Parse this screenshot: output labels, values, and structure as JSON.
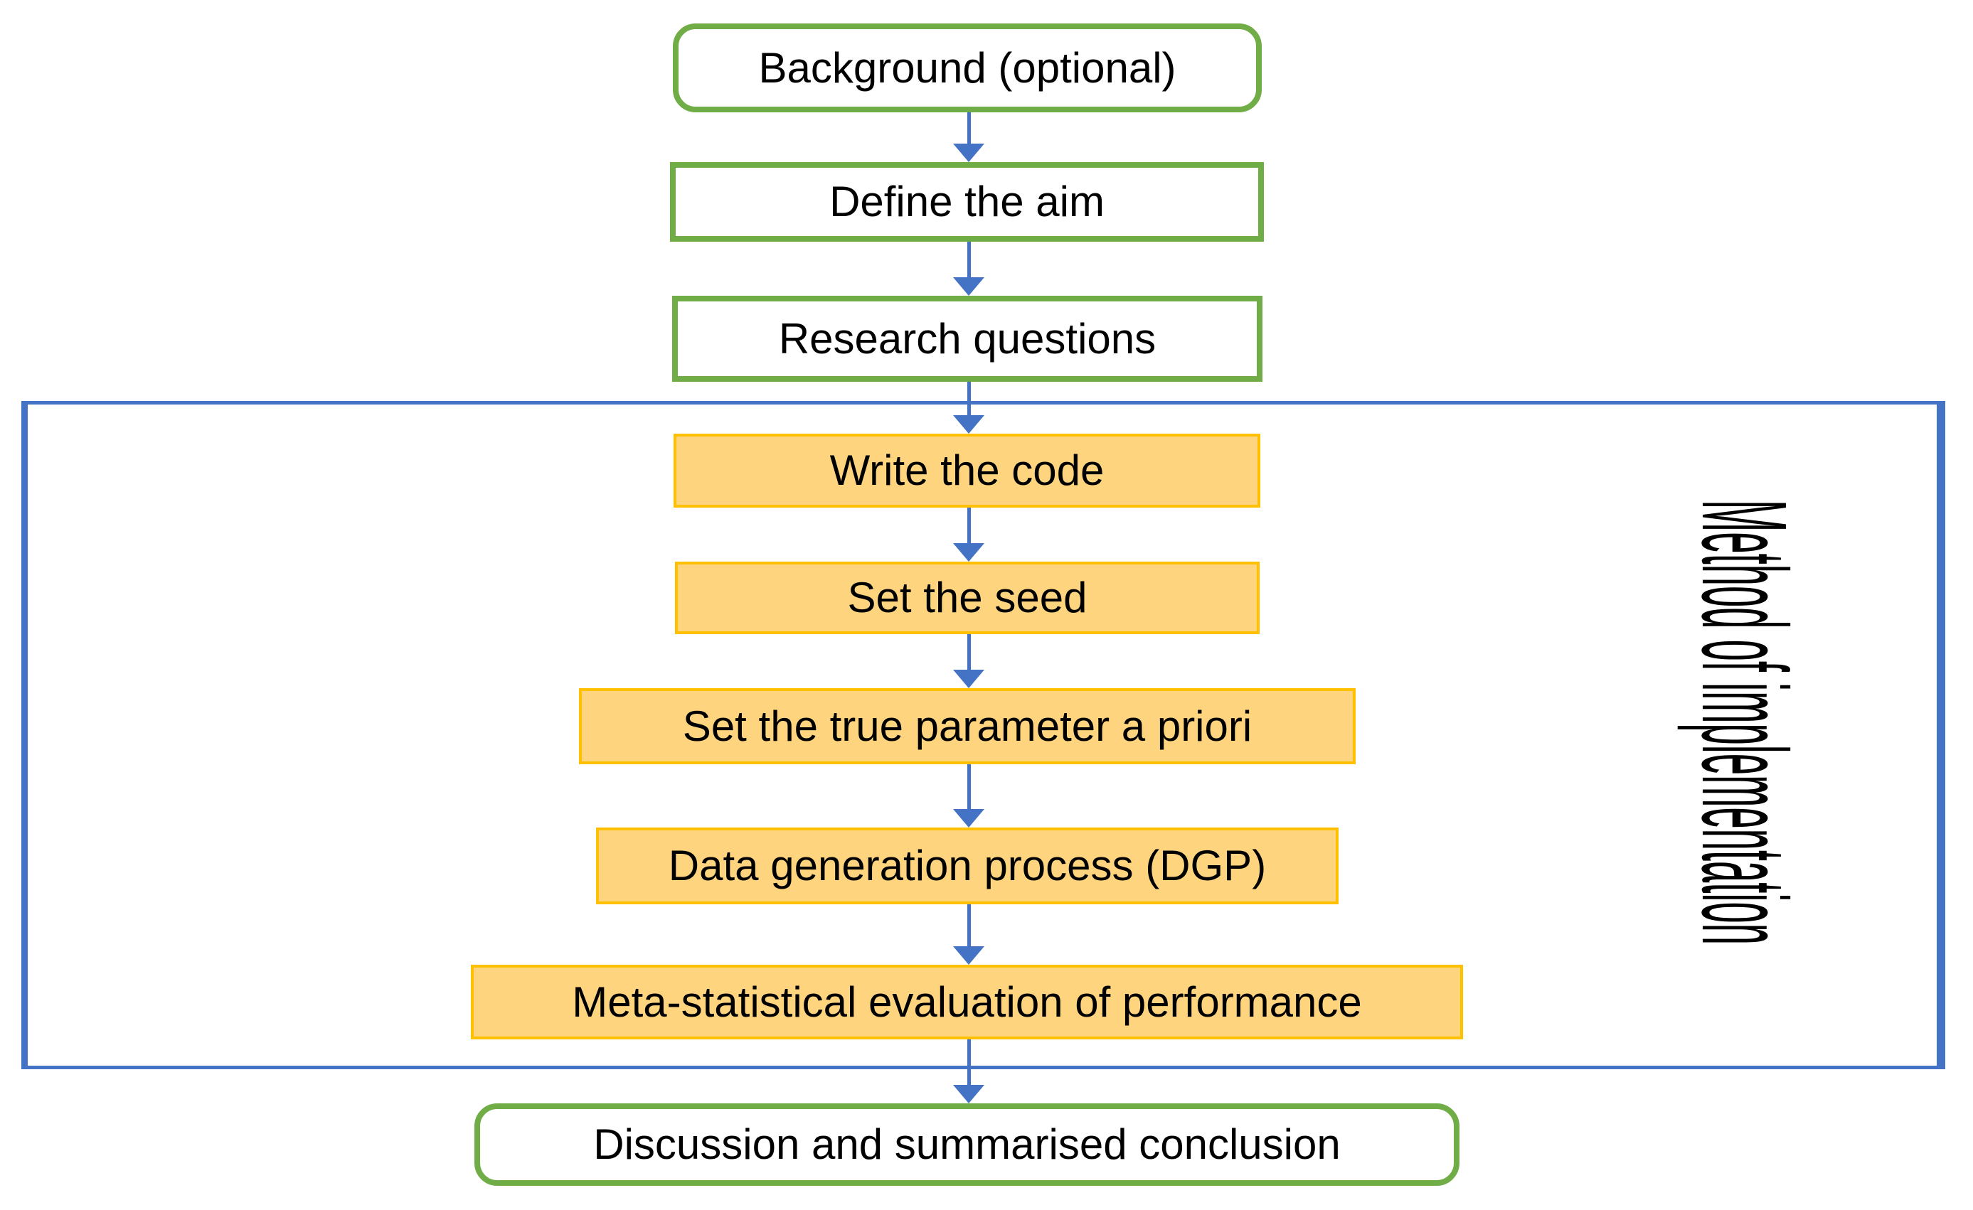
{
  "colors": {
    "green_border": "#70AD47",
    "orange_border": "#FFC000",
    "orange_fill": "#FFD47E",
    "blue_accent": "#4472C4",
    "text": "#000000",
    "background": "#FFFFFF"
  },
  "flowchart": {
    "group_label": "Method of implementation",
    "nodes": [
      {
        "id": "background",
        "label": "Background (optional)",
        "style": "green-rounded"
      },
      {
        "id": "define-aim",
        "label": "Define the aim",
        "style": "green-rect"
      },
      {
        "id": "research-questions",
        "label": "Research questions",
        "style": "green-rect"
      },
      {
        "id": "write-code",
        "label": "Write the code",
        "style": "orange-rect"
      },
      {
        "id": "set-seed",
        "label": "Set the seed",
        "style": "orange-rect"
      },
      {
        "id": "set-true-parameter",
        "label": "Set the true parameter a priori",
        "style": "orange-rect"
      },
      {
        "id": "data-generation-process",
        "label": "Data generation process (DGP)",
        "style": "orange-rect"
      },
      {
        "id": "meta-statistical-evaluation",
        "label": "Meta-statistical evaluation of performance",
        "style": "orange-rect"
      },
      {
        "id": "discussion-conclusion",
        "label": "Discussion and summarised conclusion",
        "style": "green-rounded"
      }
    ],
    "connections": [
      [
        "background",
        "define-aim"
      ],
      [
        "define-aim",
        "research-questions"
      ],
      [
        "research-questions",
        "write-code"
      ],
      [
        "write-code",
        "set-seed"
      ],
      [
        "set-seed",
        "set-true-parameter"
      ],
      [
        "set-true-parameter",
        "data-generation-process"
      ],
      [
        "data-generation-process",
        "meta-statistical-evaluation"
      ],
      [
        "meta-statistical-evaluation",
        "discussion-conclusion"
      ]
    ],
    "group_members": [
      "write-code",
      "set-seed",
      "set-true-parameter",
      "data-generation-process",
      "meta-statistical-evaluation"
    ]
  }
}
